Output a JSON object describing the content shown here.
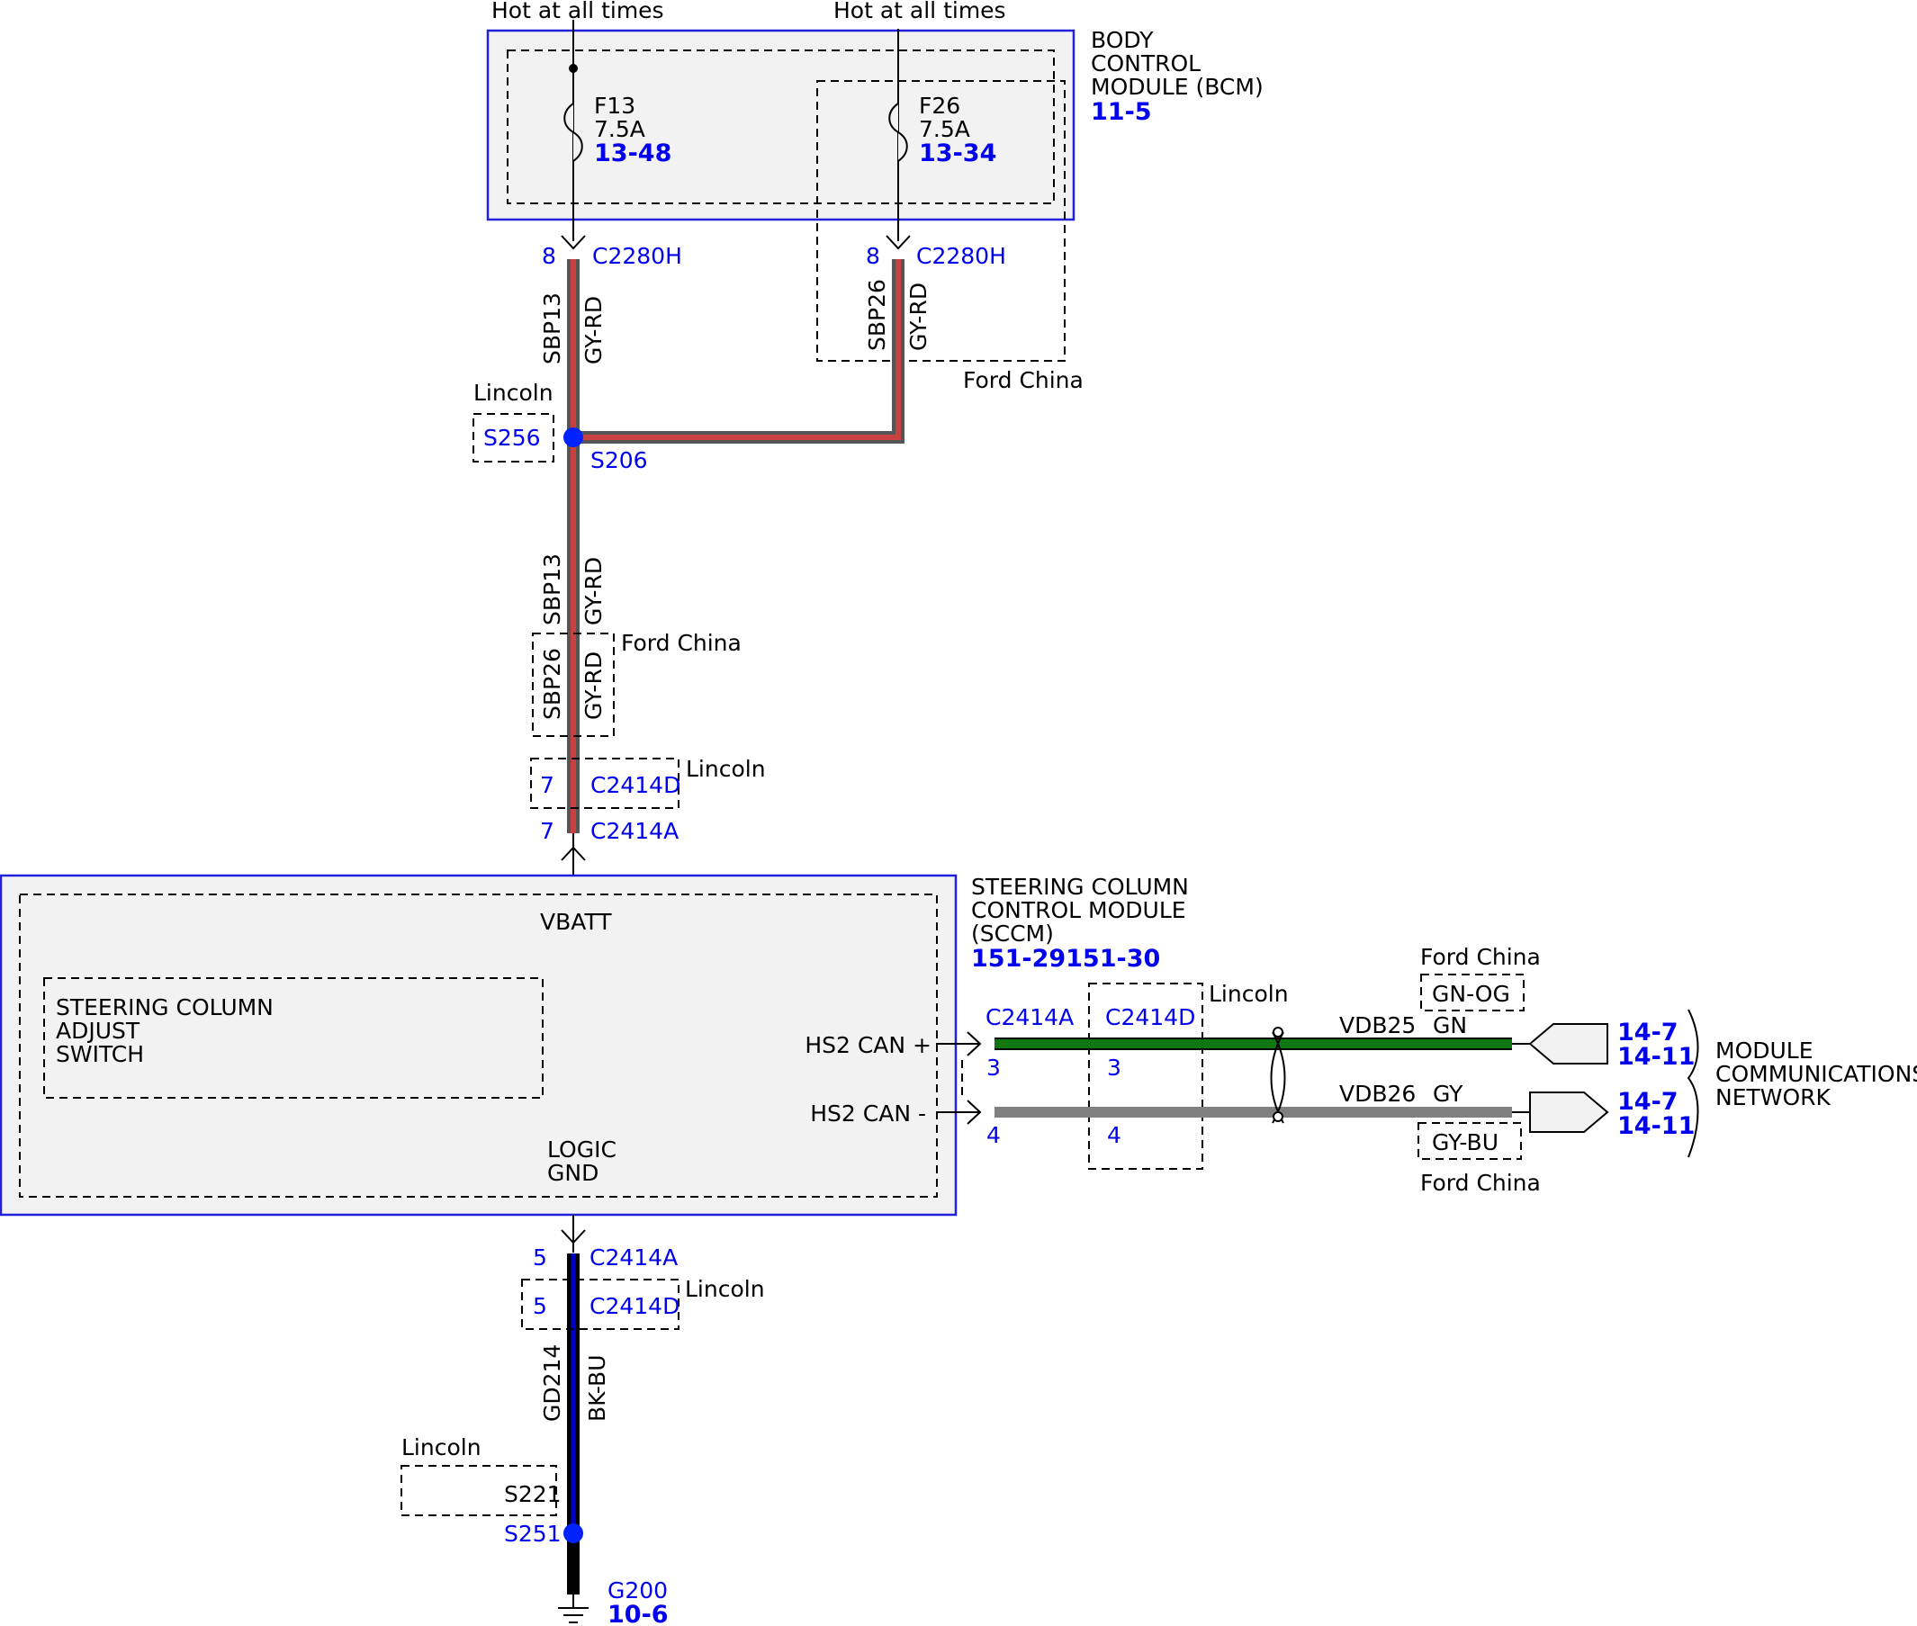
{
  "colors": {
    "gy_rd_outer": "#555555",
    "gy_rd_inner": "#c94040",
    "green": "#117711",
    "gray": "#808080",
    "bk_bu_outer": "#000000",
    "bk_bu_inner": "#0000cc",
    "module_border": "#2222dd",
    "splice": "#0022ff",
    "ref_text": "#0000ee"
  },
  "power": {
    "hot1": "Hot at all times",
    "hot2": "Hot at all times"
  },
  "bcm": {
    "name_line1": "BODY",
    "name_line2": "CONTROL",
    "name_line3": "MODULE (BCM)",
    "ref": "11-5",
    "f13": {
      "name": "F13",
      "rating": "7.5A",
      "ref": "13-48"
    },
    "f26": {
      "name": "F26",
      "rating": "7.5A",
      "ref": "13-34"
    }
  },
  "wires": {
    "c2280h_1_pin": "8",
    "c2280h_1_name": "C2280H",
    "c2280h_2_pin": "8",
    "c2280h_2_name": "C2280H",
    "sbp13_circuit": "SBP13",
    "sbp13_color": "GY-RD",
    "sbp26_circuit": "SBP26",
    "sbp26_color": "GY-RD",
    "ford_china_1": "Ford China",
    "lincoln_s256": "Lincoln",
    "s256": "S256",
    "s206": "S206",
    "sbp13b_circuit": "SBP13",
    "sbp13b_color": "GY-RD",
    "sbp26b_circuit": "SBP26",
    "sbp26b_color": "GY-RD",
    "ford_china_2": "Ford China",
    "c2414d_top_pin": "7",
    "c2414d_top_name": "C2414D",
    "lincoln_c2414d_top": "Lincoln",
    "c2414a_top_pin": "7",
    "c2414a_top_name": "C2414A"
  },
  "sccm": {
    "name_line1": "STEERING COLUMN",
    "name_line2": "CONTROL MODULE",
    "name_line3": "(SCCM)",
    "ref": "151-29151-30",
    "vbatt": "VBATT",
    "switch_line1": "STEERING COLUMN",
    "switch_line2": "ADJUST",
    "switch_line3": "SWITCH",
    "can_plus": "HS2 CAN +",
    "can_minus": "HS2 CAN -",
    "logic_line1": "LOGIC",
    "logic_line2": "GND"
  },
  "can": {
    "c2414a_name": "C2414A",
    "c2414d_name": "C2414D",
    "lincoln": "Lincoln",
    "pin_a_plus": "3",
    "pin_d_plus": "3",
    "pin_a_minus": "4",
    "pin_d_minus": "4",
    "vdb25": "VDB25",
    "gn": "GN",
    "gn_og": "GN-OG",
    "ford_china_top": "Ford China",
    "vdb26": "VDB26",
    "gy": "GY",
    "gy_bu": "GY-BU",
    "ford_china_bottom": "Ford China",
    "ref1_a": "14-7",
    "ref1_b": "14-11",
    "ref2_a": "14-7",
    "ref2_b": "14-11",
    "network_line1": "MODULE",
    "network_line2": "COMMUNICATIONS",
    "network_line3": "NETWORK"
  },
  "ground": {
    "c2414a_pin": "5",
    "c2414a_name": "C2414A",
    "c2414d_pin": "5",
    "c2414d_name": "C2414D",
    "lincoln_c2414d": "Lincoln",
    "gd214_circuit": "GD214",
    "gd214_color": "BK-BU",
    "lincoln_s221": "Lincoln",
    "s221": "S221",
    "s251": "S251",
    "g200": "G200",
    "g200_ref": "10-6"
  }
}
